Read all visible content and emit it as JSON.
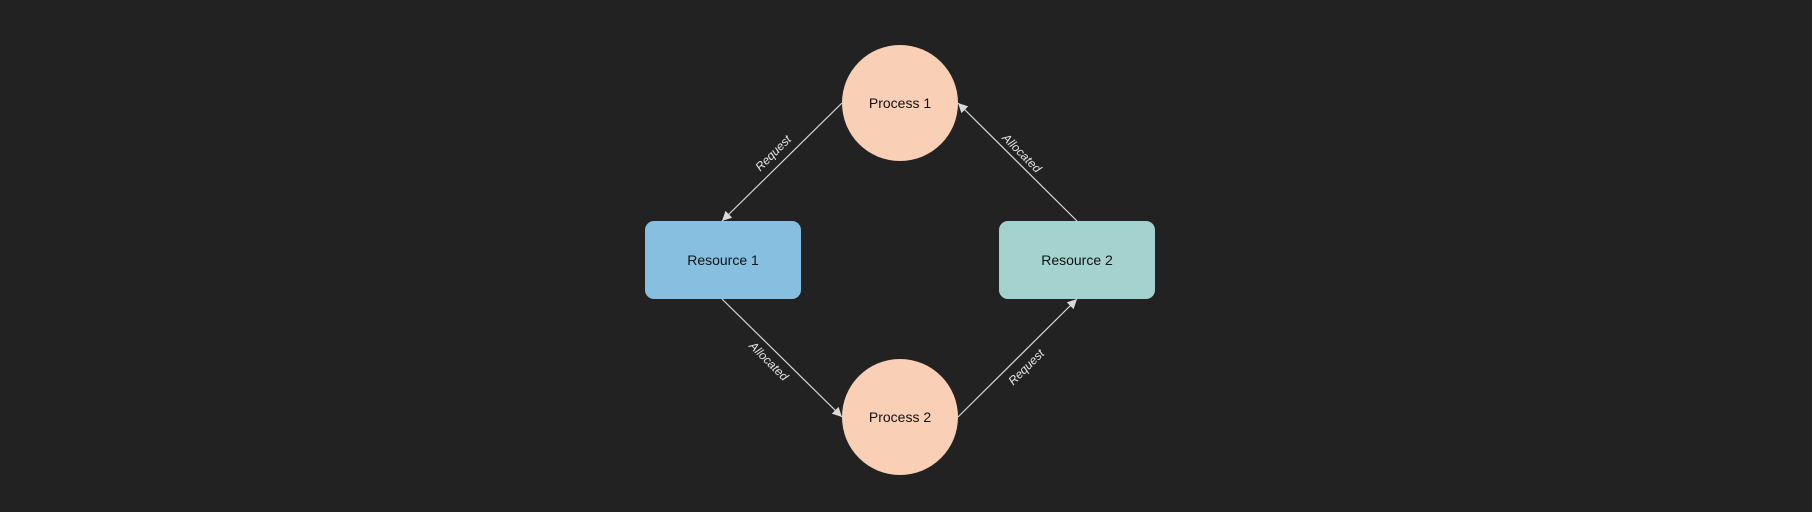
{
  "colors": {
    "background": "#222222",
    "process_fill": "#f9cfb5",
    "resource_1_fill": "#86bfe0",
    "resource_2_fill": "#a3d2cf",
    "edge": "#d9d9d9"
  },
  "nodes": {
    "process_1": "Process 1",
    "process_2": "Process 2",
    "resource_1": "Resource 1",
    "resource_2": "Resource 2"
  },
  "edges": {
    "p1_to_r1": "Request",
    "r1_to_p2": "Allocated",
    "p2_to_r2": "Request",
    "r2_to_p1": "Allocated"
  }
}
